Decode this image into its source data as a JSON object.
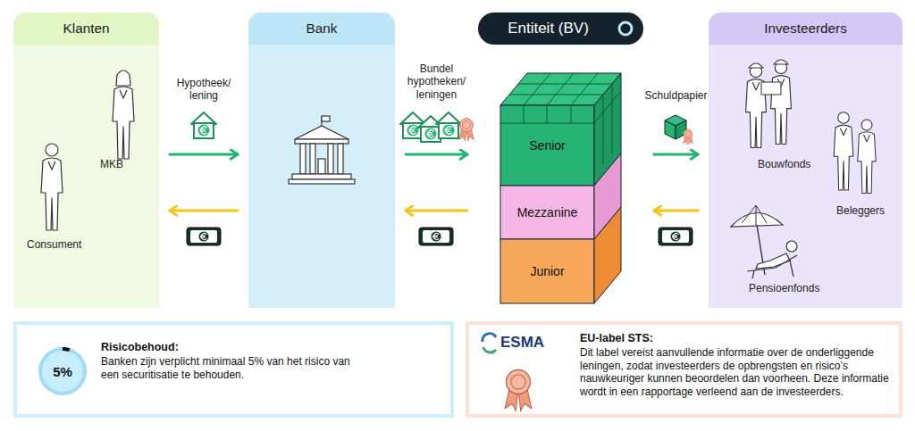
{
  "diagram": {
    "nodes": [
      {
        "text": [
          "Klanten"
        ]
      },
      {
        "text": [
          "Bank"
        ]
      },
      {
        "text": [
          "Entiteit (BV)"
        ]
      },
      {
        "text": [
          "Senior"
        ],
        "in": 2
      },
      {
        "text": [
          "Mezzanine"
        ],
        "in": 2
      },
      {
        "text": [
          "Junior"
        ],
        "in": 2
      },
      {
        "text": [
          "Investeerders"
        ]
      },
      {
        "text": [
          "Risicobehoud:",
          "Banken zijn verplicht minimaal 5% van het risico van een securitisatie te behouden."
        ]
      },
      {
        "text": [
          "5%"
        ],
        "in": 7
      },
      {
        "text": [
          "EU-label STS:",
          "Dit label vereist aanvullende informatie over de onderliggende leningen, zodat investeerders de opbrengsten en risico’s nauwkeuriger kunnen beoordelen dan voorheen. Deze informatie wordt in een rapportage verleend aan de investeerders."
        ]
      }
    ],
    "edges": [
      {
        "from": 0,
        "to": 1,
        "label": "Hypotheek/ lening",
        "arrow": "to"
      },
      {
        "from": 1,
        "to": 0,
        "arrow": "to"
      },
      {
        "from": 1,
        "to": 2,
        "label": "Bundel hypotheken/ leningen",
        "arrow": "to"
      },
      {
        "from": 2,
        "to": 1,
        "arrow": "to"
      },
      {
        "from": 2,
        "to": 6,
        "label": "Schuldpapier",
        "arrow": "to"
      },
      {
        "from": 6,
        "to": 2,
        "arrow": "to"
      }
    ],
    "labels": [
      "MKB",
      "Consument",
      "Bouwfonds",
      "Beleggers",
      "Pensioenfonds",
      "ESMA"
    ]
  }
}
